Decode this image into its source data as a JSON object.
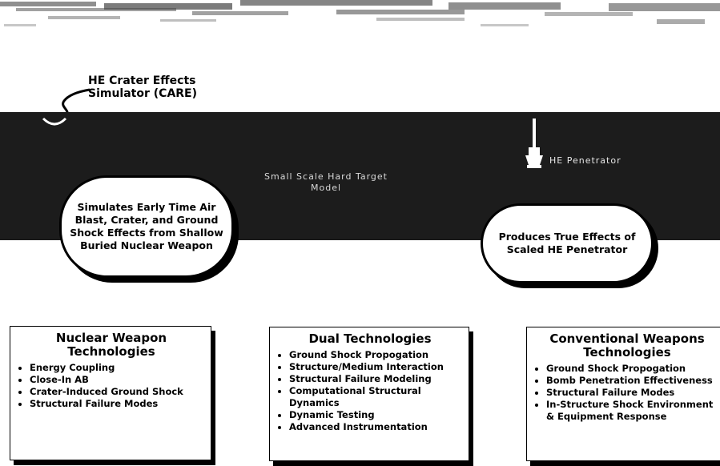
{
  "callout": {
    "label": "HE Crater Effects Simulator (CARE)"
  },
  "band": {
    "label": "Small Scale Hard Target Model",
    "penetrator_label": "HE Penetrator"
  },
  "clouds": {
    "left": "Simulates Early Time Air Blast, Crater, and Ground Shock Effects from Shallow Buried Nuclear Weapon",
    "right": "Produces True Effects of Scaled HE Penetrator"
  },
  "panels": [
    {
      "title": "Nuclear Weapon Technologies",
      "items": [
        "Energy Coupling",
        "Close-In AB",
        "Crater-Induced Ground Shock",
        "Structural Failure Modes"
      ]
    },
    {
      "title": "Dual Technologies",
      "items": [
        "Ground Shock Propogation",
        "Structure/Medium Interaction",
        "Structural Failure Modeling",
        "Computational Structural Dynamics",
        "Dynamic Testing",
        "Advanced Instrumentation"
      ]
    },
    {
      "title": "Conventional Weapons Technologies",
      "items": [
        "Ground Shock Propogation",
        "Bomb Penetration Effectiveness",
        "Structural Failure Modes",
        "In-Structure Shock Environment & Equipment Response"
      ]
    }
  ],
  "colors": {
    "band": "#1c1c1c",
    "ink": "#000000",
    "paper": "#ffffff"
  }
}
